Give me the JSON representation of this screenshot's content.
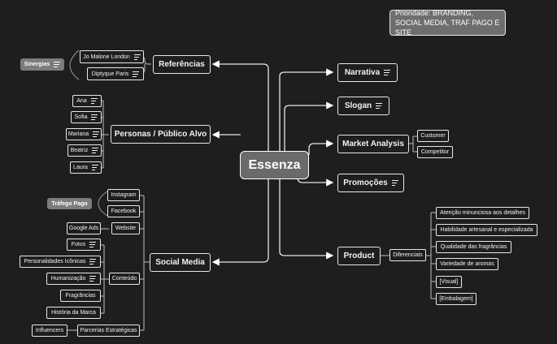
{
  "priority_note": "Prioridade: BRANDING, SOCIAL MEDIA, TRAF PAGO E SITE",
  "central": "Essenza",
  "left": {
    "referencias": {
      "label": "Referências",
      "items": [
        "Jo Malone London",
        "Diptyque Paris"
      ],
      "tag": "Sinergias"
    },
    "personas": {
      "label": "Personas / Público Alvo",
      "items": [
        "Ana",
        "Sofia",
        "Mariana",
        "Beatriz",
        "Laura"
      ]
    },
    "social": {
      "label": "Social Media",
      "instagram": "Instagram",
      "facebook": "Facebook",
      "trafego": "Tráfego Pago",
      "website": "Website",
      "google_ads": "Google Ads",
      "conteudo": "Conteúdo",
      "conteudo_items": [
        "Fotos",
        "Personalidades Icônicas",
        "Humanização",
        "Fragrâncias",
        "História da Marca"
      ],
      "parcerias": "Parcerias Estratégicas",
      "influencers": "Influencers"
    }
  },
  "right": {
    "narrativa": "Narrativa",
    "slogan": "Slogan",
    "market": {
      "label": "Market Analysis",
      "items": [
        "Customer",
        "Competitor"
      ]
    },
    "promocoes": "Promoções",
    "product": {
      "label": "Product",
      "diferenciais": "Diferenciais",
      "items": [
        "Atenção minunciosa aos detalhes",
        "Habilidade artesanal e especializada",
        "Qualidade das fragrâncias",
        "Variedade de aromas",
        "[Visual]",
        "[Embalagem]"
      ]
    }
  }
}
